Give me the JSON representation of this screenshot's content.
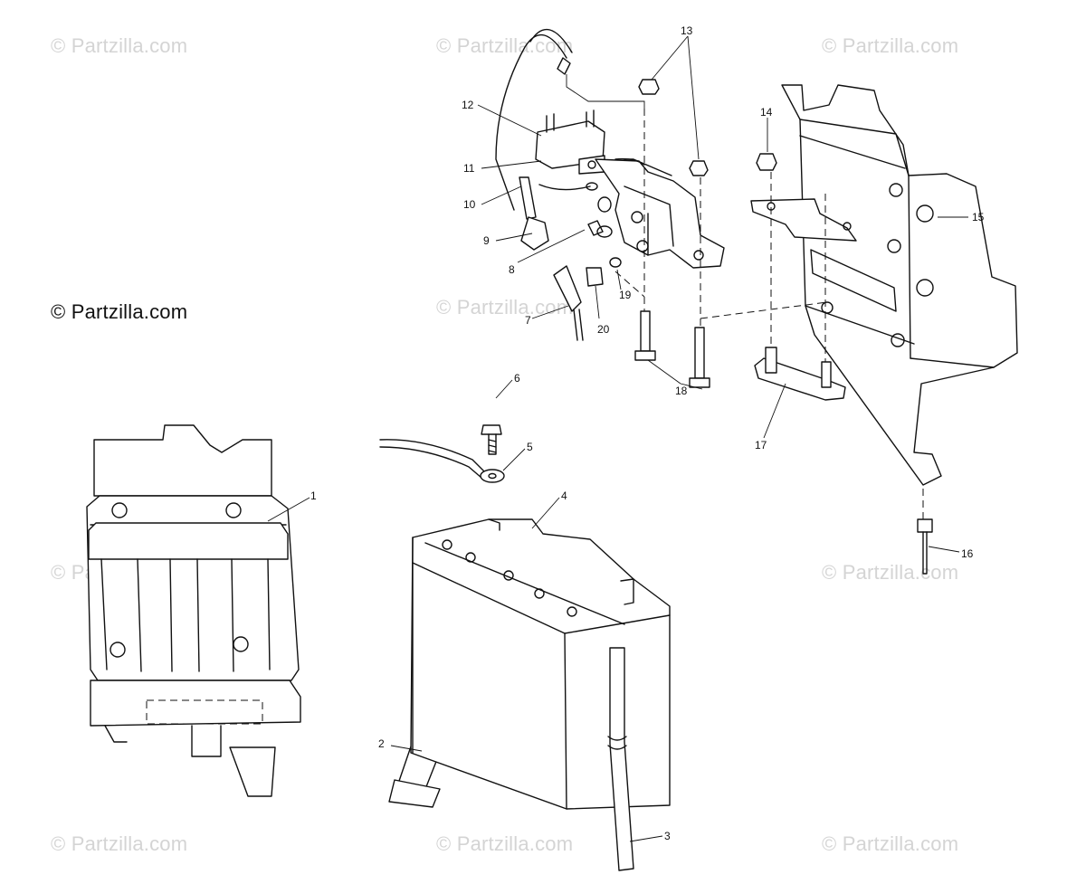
{
  "watermarks": {
    "text": "© Partzilla.com",
    "main": "© Partzilla.com"
  },
  "callouts": {
    "c1": "1",
    "c2": "2",
    "c3": "3",
    "c4": "4",
    "c5": "5",
    "c6": "6",
    "c7": "7",
    "c8": "8",
    "c9": "9",
    "c10": "10",
    "c11": "11",
    "c12": "12",
    "c13": "13",
    "c14": "14",
    "c15": "15",
    "c16": "16",
    "c17": "17",
    "c18": "18",
    "c19": "19",
    "c20": "20"
  },
  "colors": {
    "line": "#111111",
    "watermark": "#d4d4d4",
    "background": "#ffffff"
  }
}
